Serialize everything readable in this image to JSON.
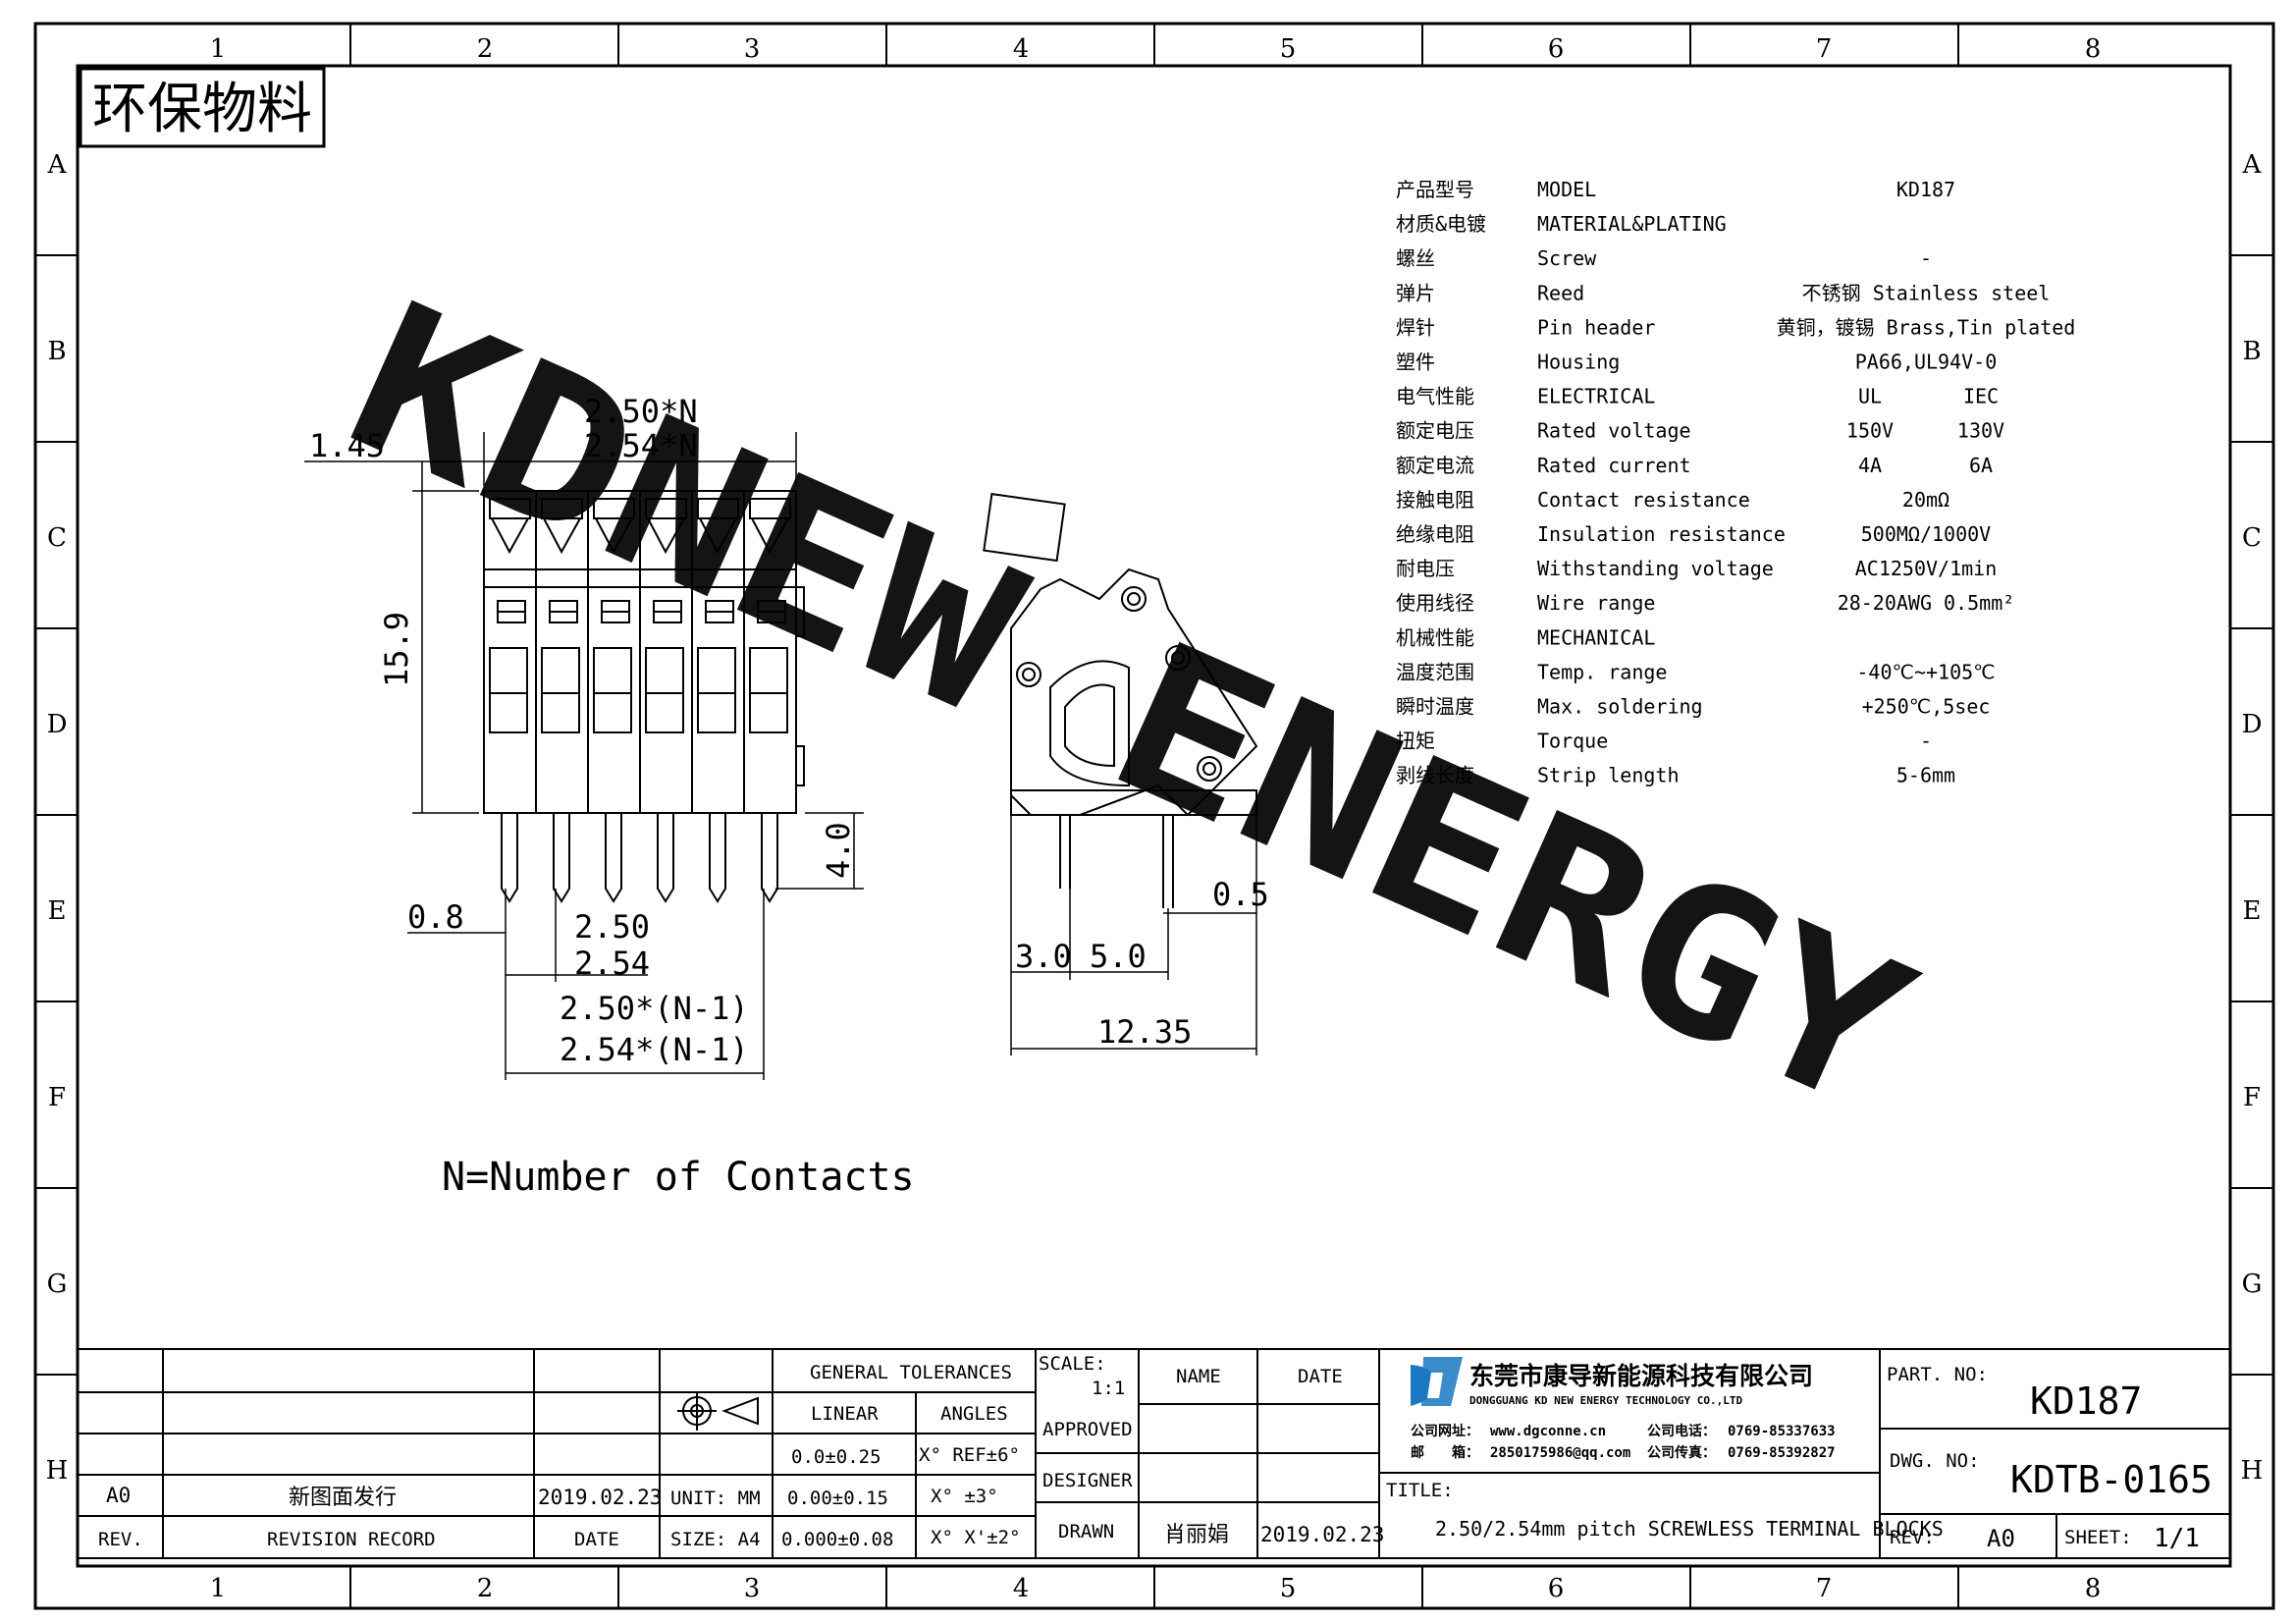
{
  "zones": {
    "cols": [
      "1",
      "2",
      "3",
      "4",
      "5",
      "6",
      "7",
      "8"
    ],
    "rows": [
      "A",
      "B",
      "C",
      "D",
      "E",
      "F",
      "G",
      "H"
    ]
  },
  "stamp": "环保物料",
  "watermark": "KDNEW ENERGY",
  "specs": {
    "rows": [
      {
        "cn": "产品型号",
        "en": "MODEL",
        "v1": "KD187",
        "v2": ""
      },
      {
        "cn": "材质&电镀",
        "en": "MATERIAL&PLATING",
        "v1": "",
        "v2": ""
      },
      {
        "cn": "螺丝",
        "en": "Screw",
        "v1": "-",
        "v2": ""
      },
      {
        "cn": "弹片",
        "en": "Reed",
        "v1": "不锈钢 Stainless steel",
        "v2": ""
      },
      {
        "cn": "焊针",
        "en": "Pin header",
        "v1": "黄铜，镀锡 Brass,Tin plated",
        "v2": ""
      },
      {
        "cn": "塑件",
        "en": "Housing",
        "v1": "PA66,UL94V-0",
        "v2": ""
      },
      {
        "cn": "电气性能",
        "en": "ELECTRICAL",
        "v1": "UL",
        "v2": "IEC"
      },
      {
        "cn": "额定电压",
        "en": "Rated voltage",
        "v1": "150V",
        "v2": "130V"
      },
      {
        "cn": "额定电流",
        "en": "Rated current",
        "v1": "4A",
        "v2": "6A"
      },
      {
        "cn": "接触电阻",
        "en": "Contact resistance",
        "v1": "20mΩ",
        "v2": ""
      },
      {
        "cn": "绝缘电阻",
        "en": "Insulation resistance",
        "v1": "500MΩ/1000V",
        "v2": ""
      },
      {
        "cn": "耐电压",
        "en": "Withstanding voltage",
        "v1": "AC1250V/1min",
        "v2": ""
      },
      {
        "cn": "使用线径",
        "en": "Wire range",
        "v1": "28-20AWG 0.5mm²",
        "v2": ""
      },
      {
        "cn": "机械性能",
        "en": "MECHANICAL",
        "v1": "",
        "v2": ""
      },
      {
        "cn": "温度范围",
        "en": "Temp. range",
        "v1": "-40℃~+105℃",
        "v2": ""
      },
      {
        "cn": "瞬时温度",
        "en": "Max. soldering",
        "v1": "+250℃,5sec",
        "v2": ""
      },
      {
        "cn": "扭矩",
        "en": "Torque",
        "v1": "-",
        "v2": ""
      },
      {
        "cn": "剥线长度",
        "en": "Strip length",
        "v1": "5-6mm",
        "v2": ""
      }
    ]
  },
  "dims": {
    "w1": "2.50*N",
    "w2": "2.54*N",
    "offset": "1.45",
    "height": "15.9",
    "pin_len": "4.0",
    "pin_w": "0.8",
    "p1": "2.50",
    "p2": "2.54",
    "span1": "2.50*(N-1)",
    "span2": "2.54*(N-1)",
    "side_a": "3.0",
    "side_b": "5.0",
    "side_c": "0.5",
    "side_w": "12.35"
  },
  "note": "N=Number of Contacts",
  "titleblock": {
    "tol_title": "GENERAL TOLERANCES",
    "linear": "LINEAR",
    "angles": "ANGLES",
    "lin1": "0.0±0.25",
    "lin2": "0.00±0.15",
    "lin3": "0.000±0.08",
    "ang1": "X° REF±6°",
    "ang2": "X° ±3°",
    "ang3": "X° X'±2°",
    "unit": "UNIT: MM",
    "size": "SIZE: A4",
    "scale_label": "SCALE:",
    "scale": "1:1",
    "name_h": "NAME",
    "date_h": "DATE",
    "approved": "APPROVED",
    "designer": "DESIGNER",
    "drawn": "DRAWN",
    "drawn_name": "肖丽娟",
    "drawn_date": "2019.02.23",
    "rev_code": "A0",
    "rev_desc": "新图面发行",
    "rev_date": "2019.02.23",
    "rev_h": "REV.",
    "record_h": "REVISION RECORD",
    "rdate_h": "DATE",
    "company_cn": "东莞市康导新能源科技有限公司",
    "company_en": "DONGGUANG KD NEW ENERGY TECHNOLOGY CO.,LTD",
    "site_label": "公司网址：",
    "site": "www.dgconne.cn",
    "tel_label": "公司电话：",
    "tel": "0769-85337633",
    "mail_label": "邮　　箱：",
    "mail": "2850175986@qq.com",
    "fax_label": "公司传真：",
    "fax": "0769-85392827",
    "title_label": "TITLE:",
    "title": "2.50/2.54mm pitch SCREWLESS TERMINAL BLOCKS",
    "part_label": "PART. NO:",
    "part": "KD187",
    "dwg_label": "DWG. NO:",
    "dwg": "KDTB-0165",
    "rev_label": "REV:",
    "rev": "A0",
    "sheet_label": "SHEET:",
    "sheet": "1/1"
  }
}
